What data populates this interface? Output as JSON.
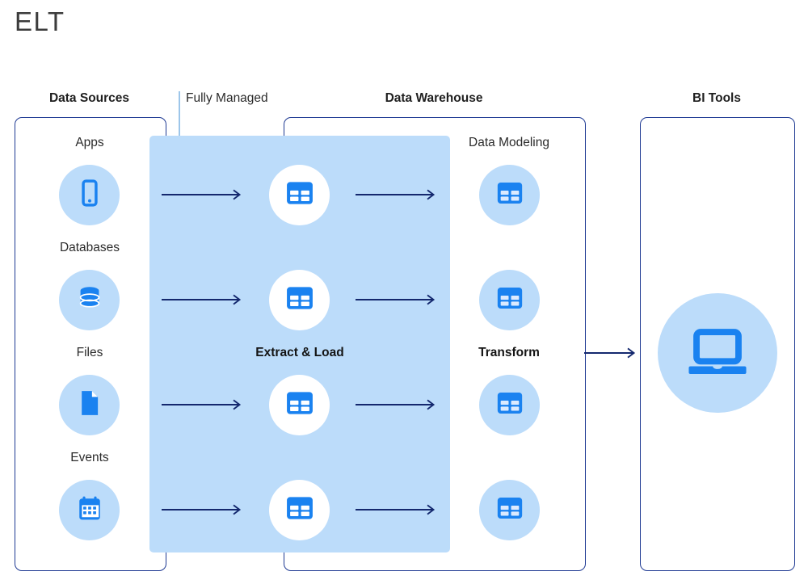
{
  "title": "ELT",
  "colors": {
    "accent_blue": "#1a82f0",
    "pale_blue": "#bcdcfa",
    "outline_navy": "#1f3a93",
    "arrow_navy": "#14286e",
    "text_dark": "#2b2b2b",
    "white": "#ffffff"
  },
  "columns": {
    "data_sources": {
      "caption": "Data Sources",
      "items": [
        {
          "label": "Apps",
          "icon": "mobile-phone-icon"
        },
        {
          "label": "Databases",
          "icon": "database-icon"
        },
        {
          "label": "Files",
          "icon": "document-file-icon"
        },
        {
          "label": "Events",
          "icon": "calendar-icon"
        }
      ]
    },
    "fully_managed": {
      "caption": "Fully Managed",
      "band_label": "Extract & Load",
      "rows": [
        {
          "icon": "table-icon",
          "in_arrow": "arrow-right-icon",
          "out_arrow": "arrow-right-icon"
        },
        {
          "icon": "table-icon",
          "in_arrow": "arrow-right-icon",
          "out_arrow": "arrow-right-icon"
        },
        {
          "icon": "table-icon",
          "in_arrow": "arrow-right-icon",
          "out_arrow": "arrow-right-icon"
        },
        {
          "icon": "table-icon",
          "in_arrow": "arrow-right-icon",
          "out_arrow": "arrow-right-icon"
        }
      ]
    },
    "data_warehouse": {
      "caption": "Data Warehouse",
      "modeling_label": "Data Modeling",
      "transform_label": "Transform",
      "items": [
        {
          "icon": "table-icon"
        },
        {
          "icon": "table-icon"
        },
        {
          "icon": "table-icon"
        },
        {
          "icon": "table-icon"
        }
      ]
    },
    "bi_tools": {
      "caption": "BI Tools",
      "icon": "laptop-icon"
    }
  },
  "connector": {
    "warehouse_to_bi": "arrow-right-icon"
  }
}
